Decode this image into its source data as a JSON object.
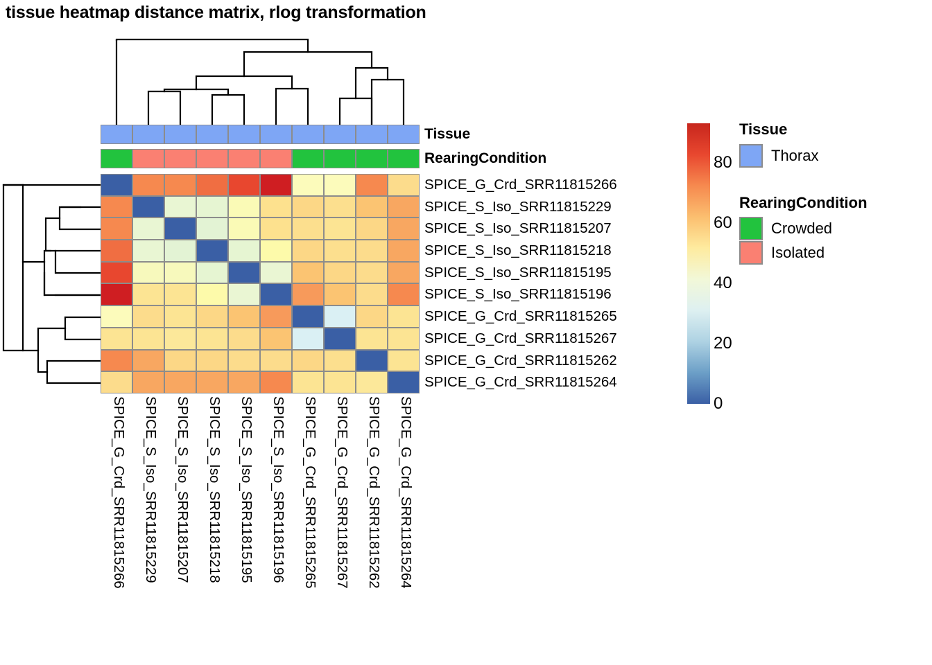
{
  "title": "tissue heatmap distance matrix, rlog transformation",
  "samples": [
    "SPICE_G_Crd_SRR11815266",
    "SPICE_S_Iso_SRR11815229",
    "SPICE_S_Iso_SRR11815207",
    "SPICE_S_Iso_SRR11815218",
    "SPICE_S_Iso_SRR11815195",
    "SPICE_S_Iso_SRR11815196",
    "SPICE_G_Crd_SRR11815265",
    "SPICE_G_Crd_SRR11815267",
    "SPICE_G_Crd_SRR11815262",
    "SPICE_G_Crd_SRR11815264"
  ],
  "column_samples": [
    "SPICE_G_Crd_SRR11815266",
    "SPICE_S_Iso_SRR11815229",
    "SPICE_S_Iso_SRR11815207",
    "SPICE_S_Iso_SRR11815218",
    "SPICE_S_Iso_SRR11815195",
    "SPICE_S_Iso_SRR11815196",
    "SPICE_G_Crd_SRR11815265",
    "SPICE_G_Crd_SRR11815267",
    "SPICE_G_Crd_SRR11815262",
    "SPICE_G_Crd_SRR11815264"
  ],
  "annotations": {
    "tissue_label": "Tissue",
    "rearing_label": "RearingCondition",
    "tissue_values": [
      "Thorax",
      "Thorax",
      "Thorax",
      "Thorax",
      "Thorax",
      "Thorax",
      "Thorax",
      "Thorax",
      "Thorax",
      "Thorax"
    ],
    "rearing_values": [
      "Crowded",
      "Isolated",
      "Isolated",
      "Isolated",
      "Isolated",
      "Isolated",
      "Crowded",
      "Crowded",
      "Crowded",
      "Crowded"
    ]
  },
  "legends": {
    "tissue": {
      "title": "Tissue",
      "entries": [
        {
          "label": "Thorax",
          "color": "#7EA6F5"
        }
      ]
    },
    "rearing": {
      "title": "RearingCondition",
      "entries": [
        {
          "label": "Crowded",
          "color": "#22C33E"
        },
        {
          "label": "Isolated",
          "color": "#FA8072"
        }
      ]
    }
  },
  "colorbar": {
    "ticks": [
      "80",
      "60",
      "40",
      "20",
      "0"
    ],
    "tick_values": [
      80,
      60,
      40,
      20,
      0
    ],
    "vmin": 0,
    "vmax": 93,
    "stops": [
      "#C7261D",
      "#E8472F",
      "#F6894F",
      "#FBBE6F",
      "#FEEB9F",
      "#F2F8D8",
      "#DEF0F1",
      "#AED2E3",
      "#6C9FC7",
      "#3A5FA5"
    ]
  },
  "chart_data": {
    "type": "heatmap",
    "title": "tissue heatmap distance matrix, rlog transformation",
    "xlabel": "",
    "ylabel": "",
    "colorbar_label": "",
    "vmin": 0,
    "vmax": 93,
    "row_labels": [
      "SPICE_G_Crd_SRR11815266",
      "SPICE_S_Iso_SRR11815229",
      "SPICE_S_Iso_SRR11815207",
      "SPICE_S_Iso_SRR11815218",
      "SPICE_S_Iso_SRR11815195",
      "SPICE_S_Iso_SRR11815196",
      "SPICE_G_Crd_SRR11815265",
      "SPICE_G_Crd_SRR11815267",
      "SPICE_G_Crd_SRR11815262",
      "SPICE_G_Crd_SRR11815264"
    ],
    "col_labels": [
      "SPICE_G_Crd_SRR11815266",
      "SPICE_S_Iso_SRR11815229",
      "SPICE_S_Iso_SRR11815207",
      "SPICE_S_Iso_SRR11815218",
      "SPICE_S_Iso_SRR11815195",
      "SPICE_S_Iso_SRR11815196",
      "SPICE_G_Crd_SRR11815265",
      "SPICE_G_Crd_SRR11815267",
      "SPICE_G_Crd_SRR11815262",
      "SPICE_G_Crd_SRR11815264"
    ],
    "values": [
      [
        0,
        72,
        72,
        77,
        82,
        93,
        47,
        47,
        76,
        57
      ],
      [
        72,
        0,
        36,
        36,
        42,
        50,
        54,
        52,
        60,
        61
      ],
      [
        72,
        36,
        0,
        34,
        42,
        50,
        53,
        51,
        56,
        61
      ],
      [
        77,
        36,
        34,
        0,
        35,
        44,
        56,
        53,
        56,
        62
      ],
      [
        82,
        42,
        42,
        35,
        0,
        37,
        59,
        55,
        54,
        62
      ],
      [
        93,
        50,
        50,
        44,
        37,
        0,
        67,
        60,
        54,
        70
      ],
      [
        47,
        54,
        53,
        56,
        59,
        67,
        0,
        28,
        59,
        52
      ],
      [
        47,
        52,
        51,
        53,
        55,
        60,
        28,
        0,
        52,
        52
      ],
      [
        76,
        60,
        56,
        56,
        54,
        54,
        59,
        52,
        0,
        51
      ],
      [
        57,
        61,
        61,
        62,
        62,
        70,
        52,
        52,
        51,
        0
      ]
    ],
    "cell_colors": [
      [
        "#3A5FA5",
        "#F6894F",
        "#F6894F",
        "#F06E42",
        "#E8472F",
        "#CF1E22",
        "#FCFBBB",
        "#FCFBBB",
        "#F6894F",
        "#FCDC8C"
      ],
      [
        "#F6894F",
        "#3A5FA5",
        "#E9F6D3",
        "#E6F5D2",
        "#FAFAB6",
        "#FDE18E",
        "#FCD786",
        "#FCDF8E",
        "#FBC472",
        "#F8A761"
      ],
      [
        "#F6894F",
        "#E9F6D3",
        "#3A5FA5",
        "#E3F3D4",
        "#FAFAB6",
        "#FDE18E",
        "#FCDF8E",
        "#FCE493",
        "#FCD786",
        "#F8A761"
      ],
      [
        "#F06E42",
        "#E9F6D3",
        "#E3F3D4",
        "#3A5FA5",
        "#E6F5D2",
        "#FDFAAA",
        "#FCD786",
        "#FCDF8E",
        "#FCDC8C",
        "#F8A761"
      ],
      [
        "#E8472F",
        "#F7F9BC",
        "#F7F9BC",
        "#E6F5D2",
        "#3A5FA5",
        "#EAF6D3",
        "#FBC472",
        "#FCD786",
        "#FCDC8C",
        "#F8A761"
      ],
      [
        "#CF1E22",
        "#FCE493",
        "#FCE493",
        "#FDFAAA",
        "#EAF6D3",
        "#3A5FA5",
        "#F79A5B",
        "#FBC472",
        "#FCDC8C",
        "#F6894F"
      ],
      [
        "#FCFBBB",
        "#FCDC8C",
        "#FCE493",
        "#FCD786",
        "#FBC472",
        "#F79A5B",
        "#3A5FA5",
        "#DAF0F4",
        "#FCD786",
        "#FCE493"
      ],
      [
        "#FCE493",
        "#FCE493",
        "#FCE89A",
        "#FCE493",
        "#FCDC8C",
        "#FBC472",
        "#DAF0F4",
        "#3A5FA5",
        "#FCE493",
        "#FCE493"
      ],
      [
        "#F6894F",
        "#F8A761",
        "#FCD786",
        "#FCD786",
        "#FCDC8C",
        "#FCDC8C",
        "#FCD786",
        "#FCDF8E",
        "#3A5FA5",
        "#FCE493"
      ],
      [
        "#FCDC8C",
        "#F8A761",
        "#F8A761",
        "#F8A761",
        "#F8A761",
        "#F6894F",
        "#FCE493",
        "#FCE493",
        "#FCE89A",
        "#3A5FA5"
      ]
    ]
  },
  "dendrograms": {
    "column": {
      "orientation": "top",
      "leaf_order": [
        0,
        1,
        2,
        3,
        4,
        5,
        6,
        7,
        8,
        9
      ]
    },
    "row": {
      "orientation": "left",
      "leaf_order": [
        0,
        1,
        2,
        3,
        4,
        5,
        6,
        7,
        8,
        9
      ]
    }
  }
}
